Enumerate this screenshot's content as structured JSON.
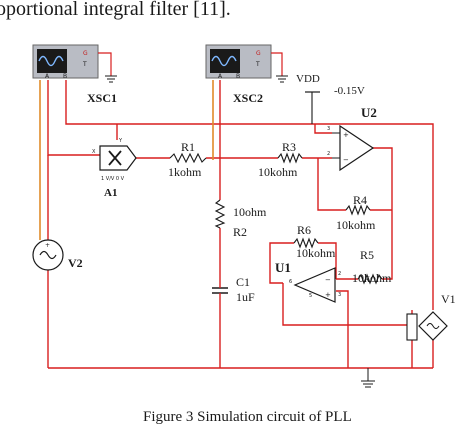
{
  "header_fragment": "oportional integral filter [11].",
  "caption": "Figure 3     Simulation circuit of PLL",
  "colors": {
    "wire": "#d81e1e",
    "probe": "#e08a2a",
    "component": "#1a1a1a",
    "scope_face": "#b9bcc4",
    "scope_screen": "#1a1a1a",
    "scope_trace": "#7fb8ff"
  },
  "scopes": [
    {
      "id": "XSC1",
      "label": "XSC1",
      "terminals": [
        "G",
        "T",
        "A",
        "B"
      ]
    },
    {
      "id": "XSC2",
      "label": "XSC2",
      "terminals": [
        "G",
        "T",
        "A",
        "B"
      ]
    }
  ],
  "multiplier": {
    "label": "A1",
    "sublabel": "1 V/V 0 V",
    "pins": [
      "X",
      "Y"
    ]
  },
  "resistors": [
    {
      "id": "R1",
      "name": "R1",
      "value": "1kohm"
    },
    {
      "id": "R3",
      "name": "R3",
      "value": "10kohm"
    },
    {
      "id": "R4",
      "name": "R4",
      "value": "10kohm"
    },
    {
      "id": "R2",
      "name": "R2",
      "value": "10ohm"
    },
    {
      "id": "R6",
      "name": "R6",
      "value": "10kohm"
    },
    {
      "id": "R5",
      "name": "R5",
      "value": "10kohm"
    }
  ],
  "capacitor": {
    "name": "C1",
    "value": "1uF"
  },
  "opamps": [
    {
      "id": "U2",
      "label": "U2",
      "pins": [
        "3",
        "2"
      ]
    },
    {
      "id": "U1",
      "label": "U1",
      "pins": [
        "2",
        "3",
        "6",
        "5"
      ]
    }
  ],
  "supply": {
    "name": "VDD",
    "value": "-0.15V"
  },
  "sources": [
    {
      "id": "V2",
      "label": "V2"
    },
    {
      "id": "V1",
      "label": "V1"
    }
  ]
}
